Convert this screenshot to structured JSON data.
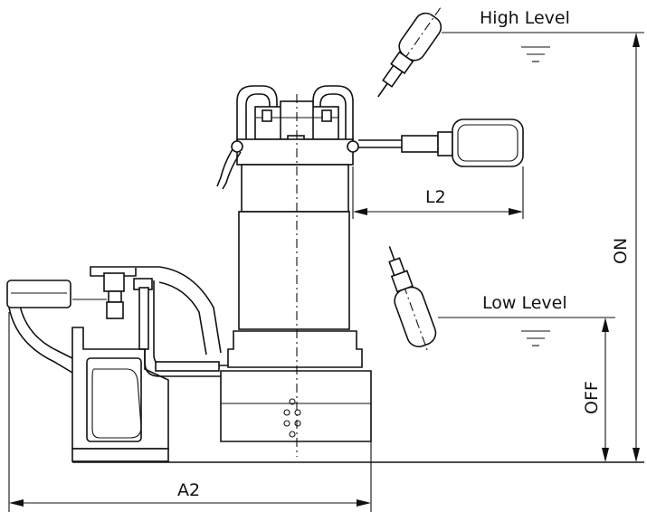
{
  "labels": {
    "high_level": "High Level",
    "low_level": "Low Level",
    "l2": "L2",
    "on": "ON",
    "off": "OFF",
    "a2": "A2"
  }
}
